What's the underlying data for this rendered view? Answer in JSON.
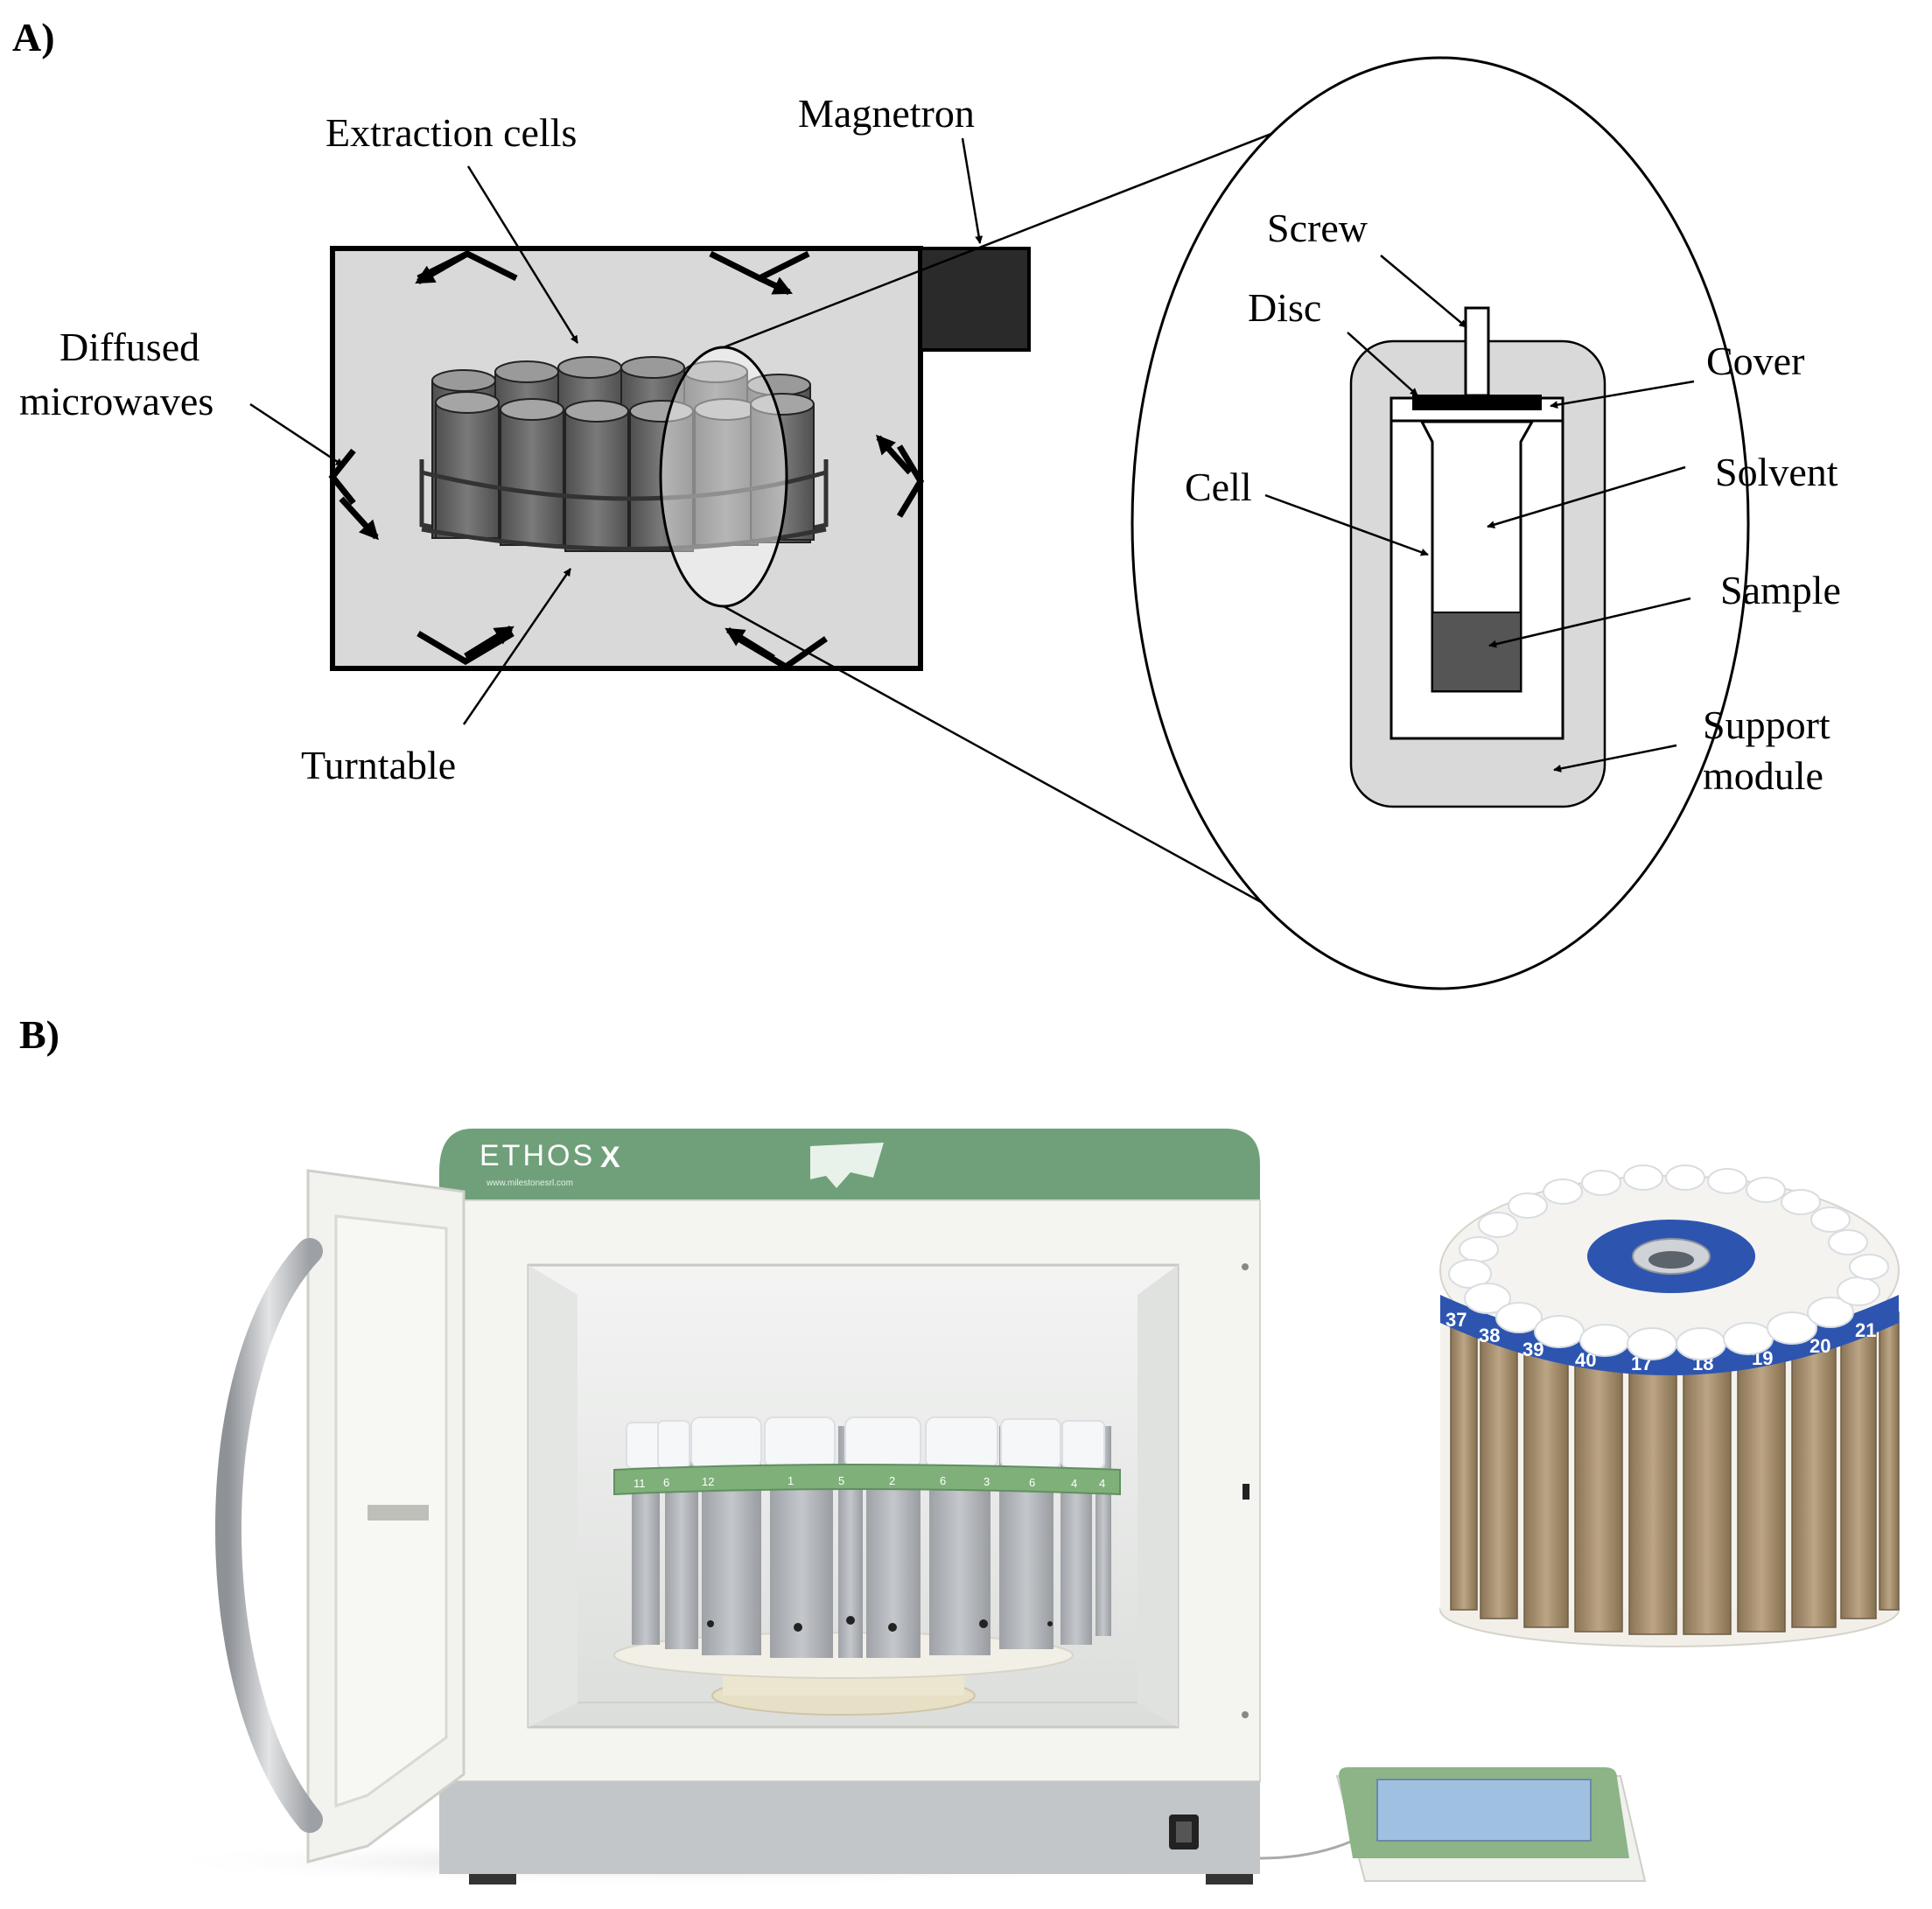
{
  "panels": {
    "a": "A)",
    "b": "B)"
  },
  "labels": {
    "extraction_cells": "Extraction cells",
    "magnetron": "Magnetron",
    "diffused_line1": "Diffused",
    "diffused_line2": "microwaves",
    "turntable": "Turntable",
    "screw": "Screw",
    "disc": "Disc",
    "cover": "Cover",
    "cell": "Cell",
    "solvent": "Solvent",
    "sample": "Sample",
    "support_line1": "Support",
    "support_line2": "module"
  },
  "photo": {
    "brand": "ETHOS",
    "brand_mark": "X",
    "brand_url": "www.milestonesrl.com",
    "rotor_numbers": [
      "11",
      "6",
      "12",
      "1",
      "5",
      "2",
      "6",
      "3",
      "6",
      "4",
      "4"
    ],
    "carousel_numbers": [
      "37",
      "38",
      "39",
      "40",
      "17",
      "18",
      "19",
      "20",
      "21"
    ]
  },
  "colors": {
    "oven_interior": "#d9d9d9",
    "cylinder": "#6b6b6b",
    "magnetron": "#2a2a2a",
    "oven_green": "#6fa07a",
    "carousel_blue": "#2d55b0",
    "tube_tan": "#a58e6e"
  }
}
